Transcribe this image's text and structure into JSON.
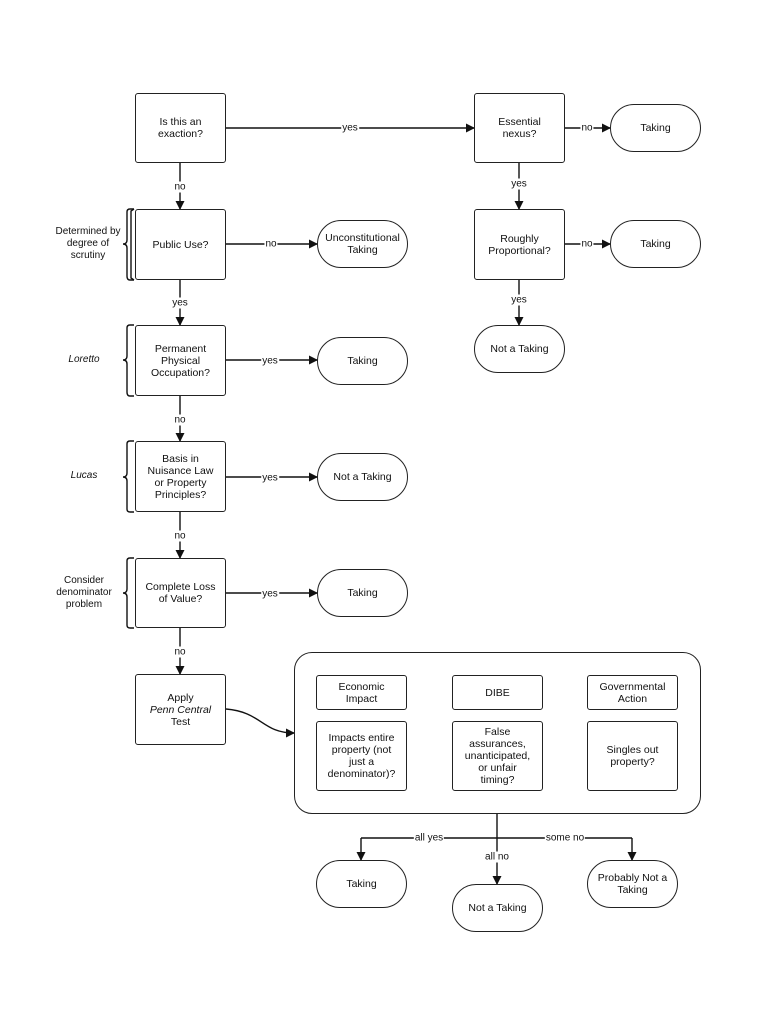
{
  "left_chain": {
    "exaction": "Is this an\nexaction?",
    "public_use": "Public Use?",
    "permanent_occupation": "Permanent\nPhysical\nOccupation?",
    "nuisance": "Basis in\nNuisance Law\nor Property\nPrinciples?",
    "complete_loss": "Complete Loss\nof Value?",
    "apply_pc": {
      "line1": "Apply",
      "line2": "Penn Central",
      "line3": "Test"
    }
  },
  "right_chain": {
    "essential_nexus": "Essential\nnexus?",
    "roughly_proportional": "Roughly\nProportional?"
  },
  "outcomes": {
    "nexus_taking": "Taking",
    "proportional_taking": "Taking",
    "proportional_not_taking": "Not a Taking",
    "unconstitutional_taking": "Unconstitutional\nTaking",
    "occupation_taking": "Taking",
    "nuisance_not_taking": "Not a Taking",
    "loss_taking": "Taking",
    "all_yes_taking": "Taking",
    "all_no_not_taking": "Not a Taking",
    "some_no_probably_not": "Probably Not a\nTaking"
  },
  "side_notes": {
    "scrutiny": "Determined by\ndegree of\nscrutiny",
    "loretto": "Loretto",
    "lucas": "Lucas",
    "denominator": "Consider\ndenominator\nproblem"
  },
  "penn_central": {
    "headers": [
      "Economic\nImpact",
      "DIBE",
      "Governmental\nAction"
    ],
    "questions": [
      "Impacts entire\nproperty (not\njust a\ndenominator)?",
      "False\nassurances,\nunanticipated,\nor unfair\ntiming?",
      "Singles out\nproperty?"
    ]
  },
  "edge_labels": {
    "yes": "yes",
    "no": "no",
    "all_yes": "all yes",
    "all_no": "all no",
    "some_no": "some no"
  }
}
